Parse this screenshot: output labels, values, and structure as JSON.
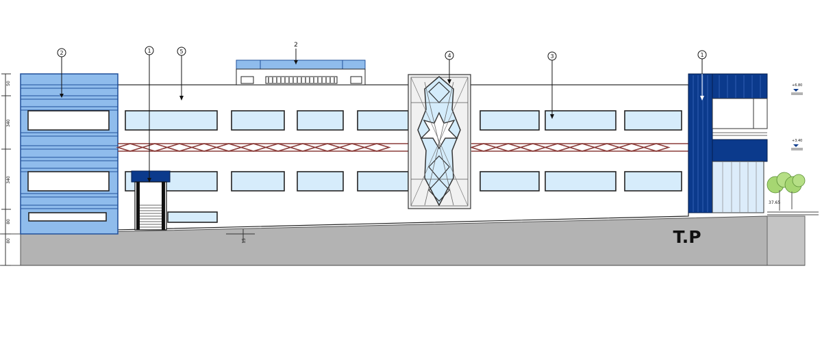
{
  "drawing": {
    "ground_label": "T.P",
    "callouts": [
      {
        "id": "c2-left",
        "text": "2"
      },
      {
        "id": "c1-left",
        "text": "1"
      },
      {
        "id": "c5",
        "text": "5"
      },
      {
        "id": "c2-top",
        "text": "2"
      },
      {
        "id": "c4",
        "text": "4"
      },
      {
        "id": "c3",
        "text": "3"
      },
      {
        "id": "c1-right",
        "text": "1"
      }
    ],
    "dimension_labels": {
      "top_small": "50",
      "upper": "340",
      "middle": "340",
      "lower": "80",
      "base": "80",
      "step_mark": "15",
      "tree_level": "37.65"
    },
    "level_markers": {
      "upper": "+6.80",
      "lower": "+3.40"
    },
    "colors": {
      "blue_cladding": "#8fbcec",
      "dark_blue": "#0b3a8c",
      "glass": "#d6ecfb",
      "truss": "#8a3b38",
      "ground": "#b3b3b3"
    }
  }
}
